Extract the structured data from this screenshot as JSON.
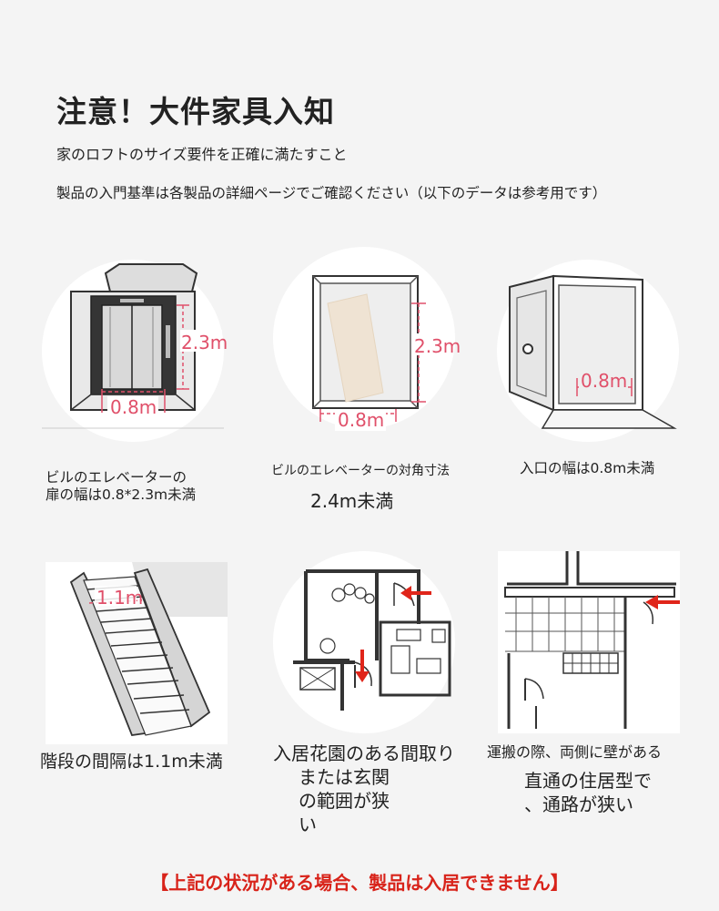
{
  "header": {
    "title": "注意！大件家具入知",
    "subtitle_1": "家のロフトのサイズ要件を正確に満たすこと",
    "subtitle_2": "製品の入門基準は各製品の詳細ページでご確認ください（以下のデータは参考用です）"
  },
  "items": [
    {
      "dim_h": "2.3m",
      "dim_w": "0.8m",
      "caption_line1": "ビルのエレベーターの",
      "caption_line2": "扉の幅は0.8*2.3m未満"
    },
    {
      "dim_h": "2.3m",
      "dim_w": "0.8m",
      "caption_line1": "ビルのエレベーターの対角寸法",
      "caption_line2": "2.4m未満"
    },
    {
      "dim_w": "0.8m",
      "caption_line1": "入口の幅は0.8m未満"
    },
    {
      "dim": "1.1m",
      "caption_line1": "階段の間隔は1.1m未満"
    },
    {
      "caption_line1": "入居花園のある間取り",
      "caption_line2": "または玄関",
      "caption_line3": "の範囲が狭",
      "caption_line4": "い"
    },
    {
      "caption_line1": "運搬の際、両側に壁がある",
      "caption_line2": "直通の住居型で",
      "caption_line3": "、通路が狭い"
    }
  ],
  "footer": {
    "warning": "【上記の状況がある場合、製品は入居できません】"
  },
  "colors": {
    "accent_red": "#d8231a",
    "dim_pink": "#e0506a",
    "box_beige": "#efe3d3",
    "line_dark": "#333333"
  }
}
